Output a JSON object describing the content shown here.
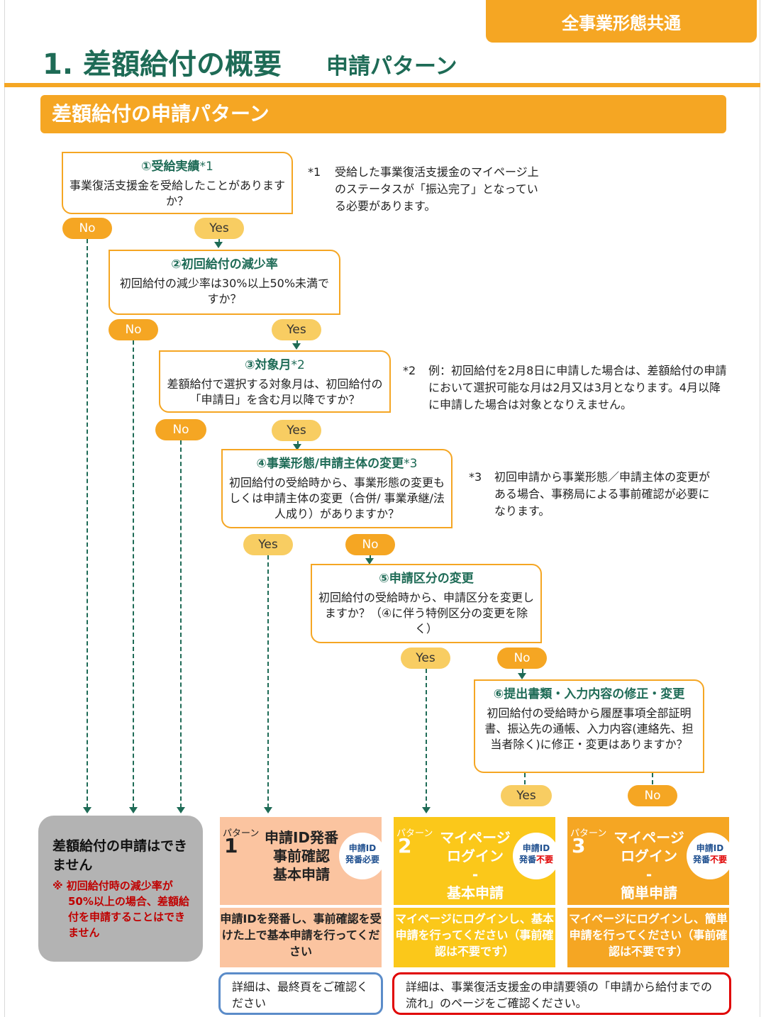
{
  "header": {
    "corner_tab": "全事業形態共通",
    "title": "1. 差額給付の概要",
    "subtitle": "申請パターン"
  },
  "section": {
    "title": "差額給付の申請パターン"
  },
  "questions": [
    {
      "title": "①受給実績",
      "mark": "*1",
      "body": "事業復活支援金を受給したことがありますか？"
    },
    {
      "title": "②初回給付の減少率",
      "mark": "",
      "body": "初回給付の減少率は30%以上50%未満ですか？"
    },
    {
      "title": "③対象月",
      "mark": "*2",
      "body": "差額給付で選択する対象月は、初回給付の「申請日」を含む月以降ですか？"
    },
    {
      "title": "④事業形態/申請主体の変更",
      "mark": "*3",
      "body": "初回給付の受給時から、事業形態の変更もしくは申請主体の変更（合併/ 事業承継/法人成り）がありますか？"
    },
    {
      "title": "⑤申請区分の変更",
      "mark": "",
      "body": "初回給付の受給時から、申請区分を変更しますか？（④に伴う特例区分の変更を除く）"
    },
    {
      "title": "⑥提出書類・入力内容の修正・変更",
      "mark": "",
      "body": "初回給付の受給時から履歴事項全部証明書、振込先の通帳、入力内容(連絡先、担当者除く)に修正・変更はありますか？"
    }
  ],
  "notes": [
    {
      "mark": "*1",
      "text": "受給した事業復活支援金のマイページ上のステータスが「振込完了」となっている必要があります。"
    },
    {
      "mark": "*2",
      "text": "例：初回給付を2月8日に申請した場合は、差額給付の申請において選択可能な月は2月又は3月となります。4月以降に申請した場合は対象となりえません。"
    },
    {
      "mark": "*3",
      "text": "初回申請から事業形態／申請主体の変更がある場合、事務局による事前確認が必要になります。"
    }
  ],
  "answers": {
    "yes": "Yes",
    "no": "No"
  },
  "results": {
    "cannot": {
      "title": "差額給付の申請はできません",
      "note": "※ 初回給付時の減少率が50%以上の場合、差額給付を申請することはできません"
    },
    "patterns": [
      {
        "label": "パターン",
        "number": "1",
        "title_lines": [
          "申請ID発番",
          "事前確認",
          "基本申請"
        ],
        "badge_line1": "申請ID",
        "badge_line2a": "発番必要",
        "badge_line2b": "",
        "desc": "申請IDを発番し、事前確認を受けた上で基本申請を行ってください"
      },
      {
        "label": "パターン",
        "number": "2",
        "title_lines": [
          "マイページ",
          "ログイン",
          "-",
          "基本申請"
        ],
        "badge_line1": "申請ID",
        "badge_line2a": "発番",
        "badge_line2b": "不要",
        "desc": "マイページにログインし、基本申請を行ってください（事前確認は不要です）"
      },
      {
        "label": "パターン",
        "number": "3",
        "title_lines": [
          "マイページ",
          "ログイン",
          "-",
          "簡単申請"
        ],
        "badge_line1": "申請ID",
        "badge_line2a": "発番",
        "badge_line2b": "不要",
        "desc": "マイページにログインし、簡単申請を行ってください（事前確認は不要です）"
      }
    ],
    "info_blue": "詳細は、最終頁をご確認ください",
    "info_red": "詳細は、事業復活支援金の申請要領の「申請から給付までの流れ」のページをご確認ください。"
  }
}
